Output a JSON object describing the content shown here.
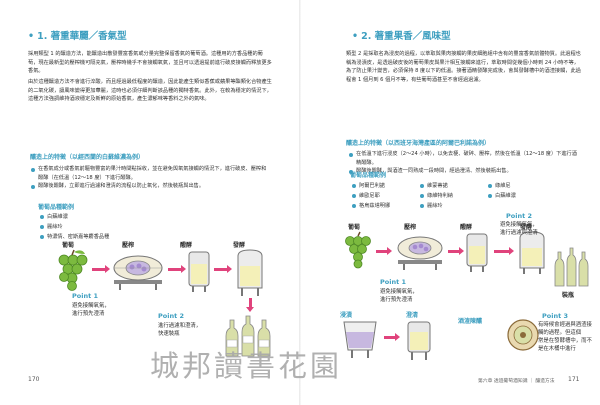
{
  "left": {
    "title": "1. 著重華麗／香氣型",
    "paragraphs": [
      "採用類型 1 的釀造方法，能釀造出散發豐富香氣或分量完整保留香氣的葡萄酒。這種用的方香品種的葡萄，現在最新型的壓榨機可隔充氣，壓榨時幾乎不會接觸氧氣，並且可以透過提前進行破皮接觸而釋放更多香氣。",
      "由於這種釀造方法不會進行淬酸，而且經過最低程度的釀造，因此能產生類似香蕉或蘋果等酯類化合物產生的二氧化碳，讓風味變得更加華麗，這時也必須仔細判斷該品種的獨特香氣。此外，在較為穩定的情況下，這種方法強調維持酒液穩定及新鮮的原始香氣，產生濃郁味等香料之外的氣味。"
    ],
    "features_heading": "釀造上的特徵（以經西蘭的白蘇維濃為例）",
    "features": [
      "在香氣成分或香氣前驅物豐富的果汁時間點採收，並在避免與氧氣接觸的情況下，進行破皮、壓榨和醱酵（在低溫（12～18 度）下進行醱酵。",
      "醱酵後醱酵，立即進行過濾和澄清的流程以防止氧化，然後裝瓶與出售。"
    ],
    "grapes_heading": "葡萄品種範例",
    "grapes": [
      "白蘇維濃",
      "麗絲玲",
      "特濃情、密斯嘉等麝香品種"
    ],
    "steps": [
      "葡萄",
      "壓榨",
      "醱酵",
      "發酵"
    ],
    "point1_title": "Point 1",
    "point1_lines": [
      "避免接觸氧氣，",
      "進行預先澄清"
    ],
    "point2_title": "Point 2",
    "point2_lines": [
      "進行過濾和澄清，",
      "快速裝瓶"
    ],
    "page_number": "170"
  },
  "right": {
    "title": "2. 著重果香／風味型",
    "paragraphs": [
      "類型 2 是採取名為浸皮的過程，以萃取與果肉接觸的果皮細胞組中含有的豐富香氣前體物質。此過程也稱為浸漬皮，是透過破皮後的葡萄果皮與果汁相互接觸來進行，萃取時間從幾個小時到 24 小時不等，為了防止果汁變苦，必須保持 8 度以下的低溫。接著酒精發酵完成後，會與發酵槽中的酒渣接觸，此過程會 1 個月到 6 個月不等，有些葡萄酒甚至不會經過過濾。"
    ],
    "features_heading": "釀造上的特徵（以西班牙海灣產區的阿爾巴利諾為例）",
    "features": [
      "在低溫下進行浸皮（2～24 小時），以免去梗、破碎、壓榨，然後在低溫（12～18 度）下進行酒精醱酵。",
      "醱酵後醱酵，與酒渣一同熟成一段時間，經過澄清、然後裝瓶出售。"
    ],
    "grapes_heading": "葡萄品種範例",
    "grapes": [
      "阿爾巴利諾",
      "維蒙蒂諾",
      "綠維尼",
      "維歐尼耶",
      "綠維特利納",
      "白蘇維濃",
      "格烏茲塔明娜",
      "麗絲玲"
    ],
    "steps": [
      "葡萄",
      "壓榨",
      "醱酵",
      "發酵"
    ],
    "step_extra_1": "浸漬",
    "step_extra_2": "澄清",
    "step_extra_3": "酒渣陳釀",
    "step_extra_4": "裝瓶",
    "point1_title": "Point 1",
    "point1_lines": [
      "避免接觸氧氣，",
      "進行預先澄清"
    ],
    "point2_title": "Point 2",
    "point2_lines": [
      "避免接觸氧氣，",
      "進行過濾與澄清"
    ],
    "point3_title": "Point 3",
    "point3_lines": [
      "有時候會經過與酒渣接",
      "觸的過程。但這個",
      "常是在發酵槽中，而不",
      "是在木桶中進行"
    ],
    "footer_text": "第六章  透過葡萄酒知識 ｜ 釀造方法",
    "page_number": "171"
  },
  "watermark": "城邦讀書花園",
  "colors": {
    "accent": "#3e9fc0",
    "arrow": "#e0437c",
    "grape": "#7cba3f",
    "wine": "#d9dfa8"
  }
}
